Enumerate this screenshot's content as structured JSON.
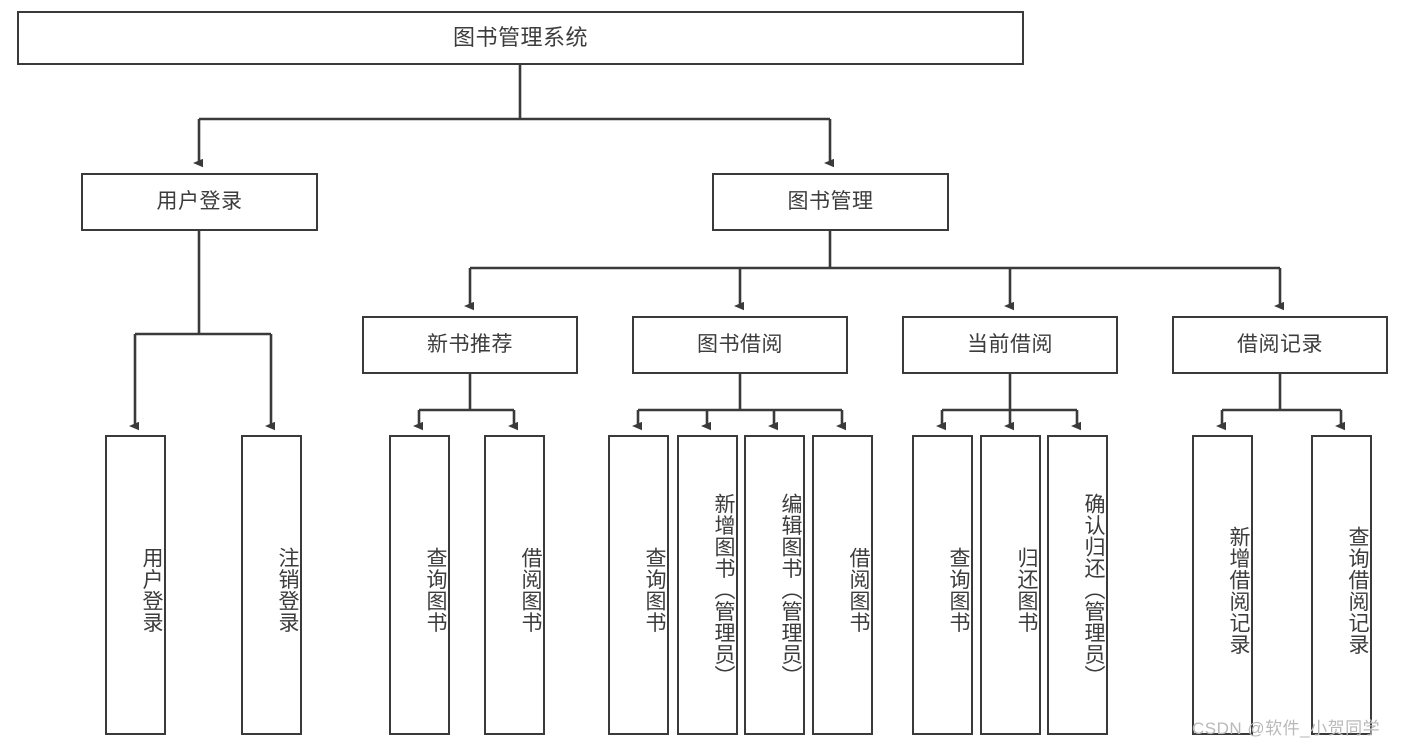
{
  "diagram": {
    "title": "图书管理系统",
    "type": "tree-hierarchy",
    "watermark": "CSDN @软件_小贺同学",
    "colors": {
      "stroke": "#3a3a3a",
      "text": "#3c3c3c",
      "background": "#ffffff",
      "watermark": "#b9b9b9"
    },
    "nodes": {
      "root": "图书管理系统",
      "level1": {
        "user_login": "用户登录",
        "book_manage": "图书管理"
      },
      "level2": {
        "new_book_rec": "新书推荐",
        "book_borrow": "图书借阅",
        "current_borrow": "当前借阅",
        "borrow_record": "借阅记录"
      },
      "leaves": {
        "user_login": [
          "用户登录",
          "注销登录"
        ],
        "new_book_rec": [
          "查询图书",
          "借阅图书"
        ],
        "book_borrow": [
          "查询图书",
          "新增图书（管理员）",
          "编辑图书（管理员）",
          "借阅图书"
        ],
        "current_borrow": [
          "查询图书",
          "归还图书",
          "确认归还（管理员）"
        ],
        "borrow_record": [
          "新增借阅记录",
          "查询借阅记录"
        ]
      }
    }
  }
}
